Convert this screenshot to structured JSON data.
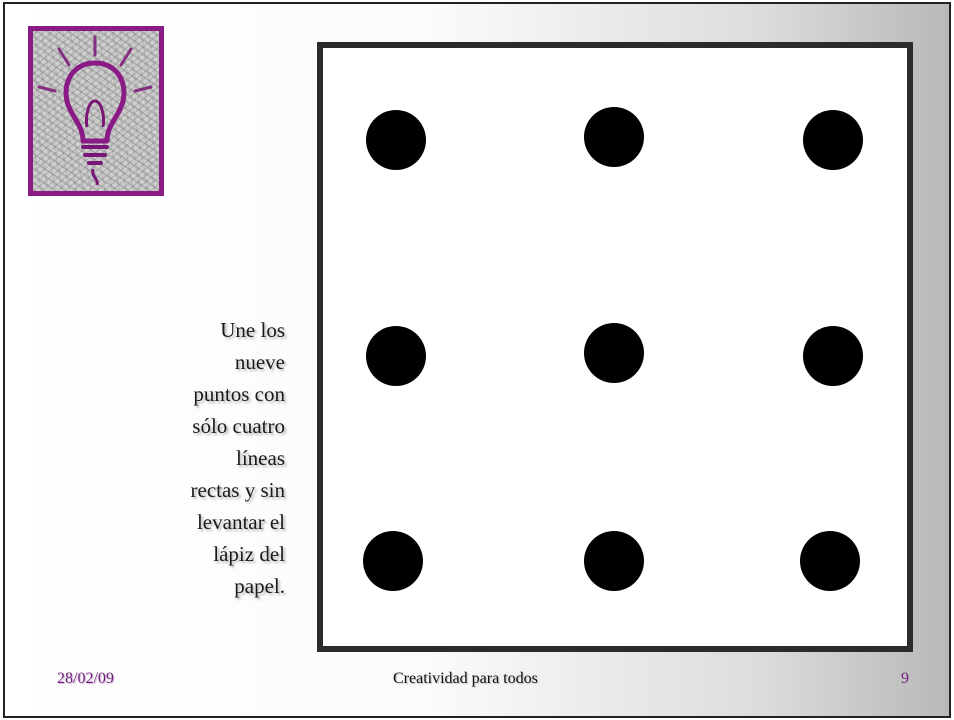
{
  "slide": {
    "instructions_lines": [
      "Une los",
      "nueve",
      "puntos con",
      "sólo cuatro",
      "líneas",
      "rectas y sin",
      "levantar el",
      "lápiz del",
      "papel."
    ],
    "puzzle": {
      "rows": 3,
      "columns": 3,
      "dot_count": 9,
      "dot_color": "#000000"
    },
    "logo": {
      "icon": "lightbulb-icon",
      "frame_color": "#8a1a86"
    }
  },
  "footer": {
    "date": "28/02/09",
    "title": "Creatividad para todos",
    "page_number": "9"
  },
  "colors": {
    "accent": "#6e1f7a",
    "text": "#1a1a1a",
    "frame": "#2b2b2b"
  }
}
